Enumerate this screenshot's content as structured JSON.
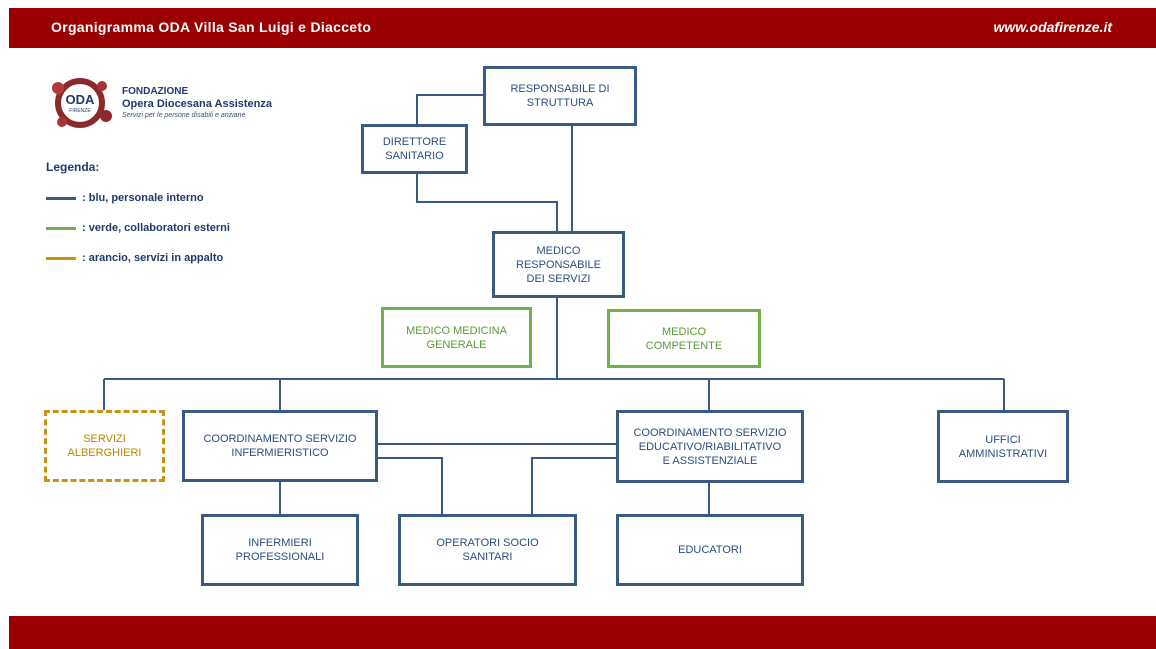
{
  "header": {
    "title": "Organigramma  ODA Villa San Luigi e Diacceto",
    "site": "www.odafirenze.it"
  },
  "logo": {
    "mark_text": "ODA",
    "mark_sub": "FIRENZE",
    "line1": "FONDAZIONE",
    "line2": "Opera Diocesana Assistenza",
    "line3": "Servizi per le persone disabili e anziane"
  },
  "legend": {
    "title": "Legenda:",
    "items": [
      {
        "label": ": blu, personale interno",
        "color": "#3a5a86"
      },
      {
        "label": ": verde, collaboratori esterni",
        "color": "#72b04a"
      },
      {
        "label": ": arancio, servizi in appalto",
        "color": "#c69412"
      }
    ]
  },
  "colors": {
    "brand_red": "#9b0000",
    "internal_blue": "#3a5a86",
    "external_green": "#72b04a",
    "contract_orange": "#c69412"
  },
  "nodes": {
    "responsabile": "RESPONSABILE  DI\nSTRUTTURA",
    "direttore": "DIRETTORE\nSANITARIO",
    "medico_resp": "MEDICO\nRESPONSABILE\nDEI SERVIZI",
    "medico_generale": "MEDICO  MEDICINA\nGENERALE",
    "medico_competente": "MEDICO\nCOMPETENTE",
    "servizi_alberghieri": "SERVIZI\nALBERGHIERI",
    "coord_inf": "COORDINAMENTO  SERVIZIO\nINFERMIERISTICO",
    "coord_edu": "COORDINAMENTO  SERVIZIO\nEDUCATIVO/RIABILITATIVO\nE ASSISTENZIALE",
    "uffici": "UFFICI\nAMMINISTRATIVI",
    "infermieri": "INFERMIERI\nPROFESSIONALI",
    "operatori": "OPERATORI  SOCIO\nSANITARI",
    "educatori": "EDUCATORI"
  }
}
